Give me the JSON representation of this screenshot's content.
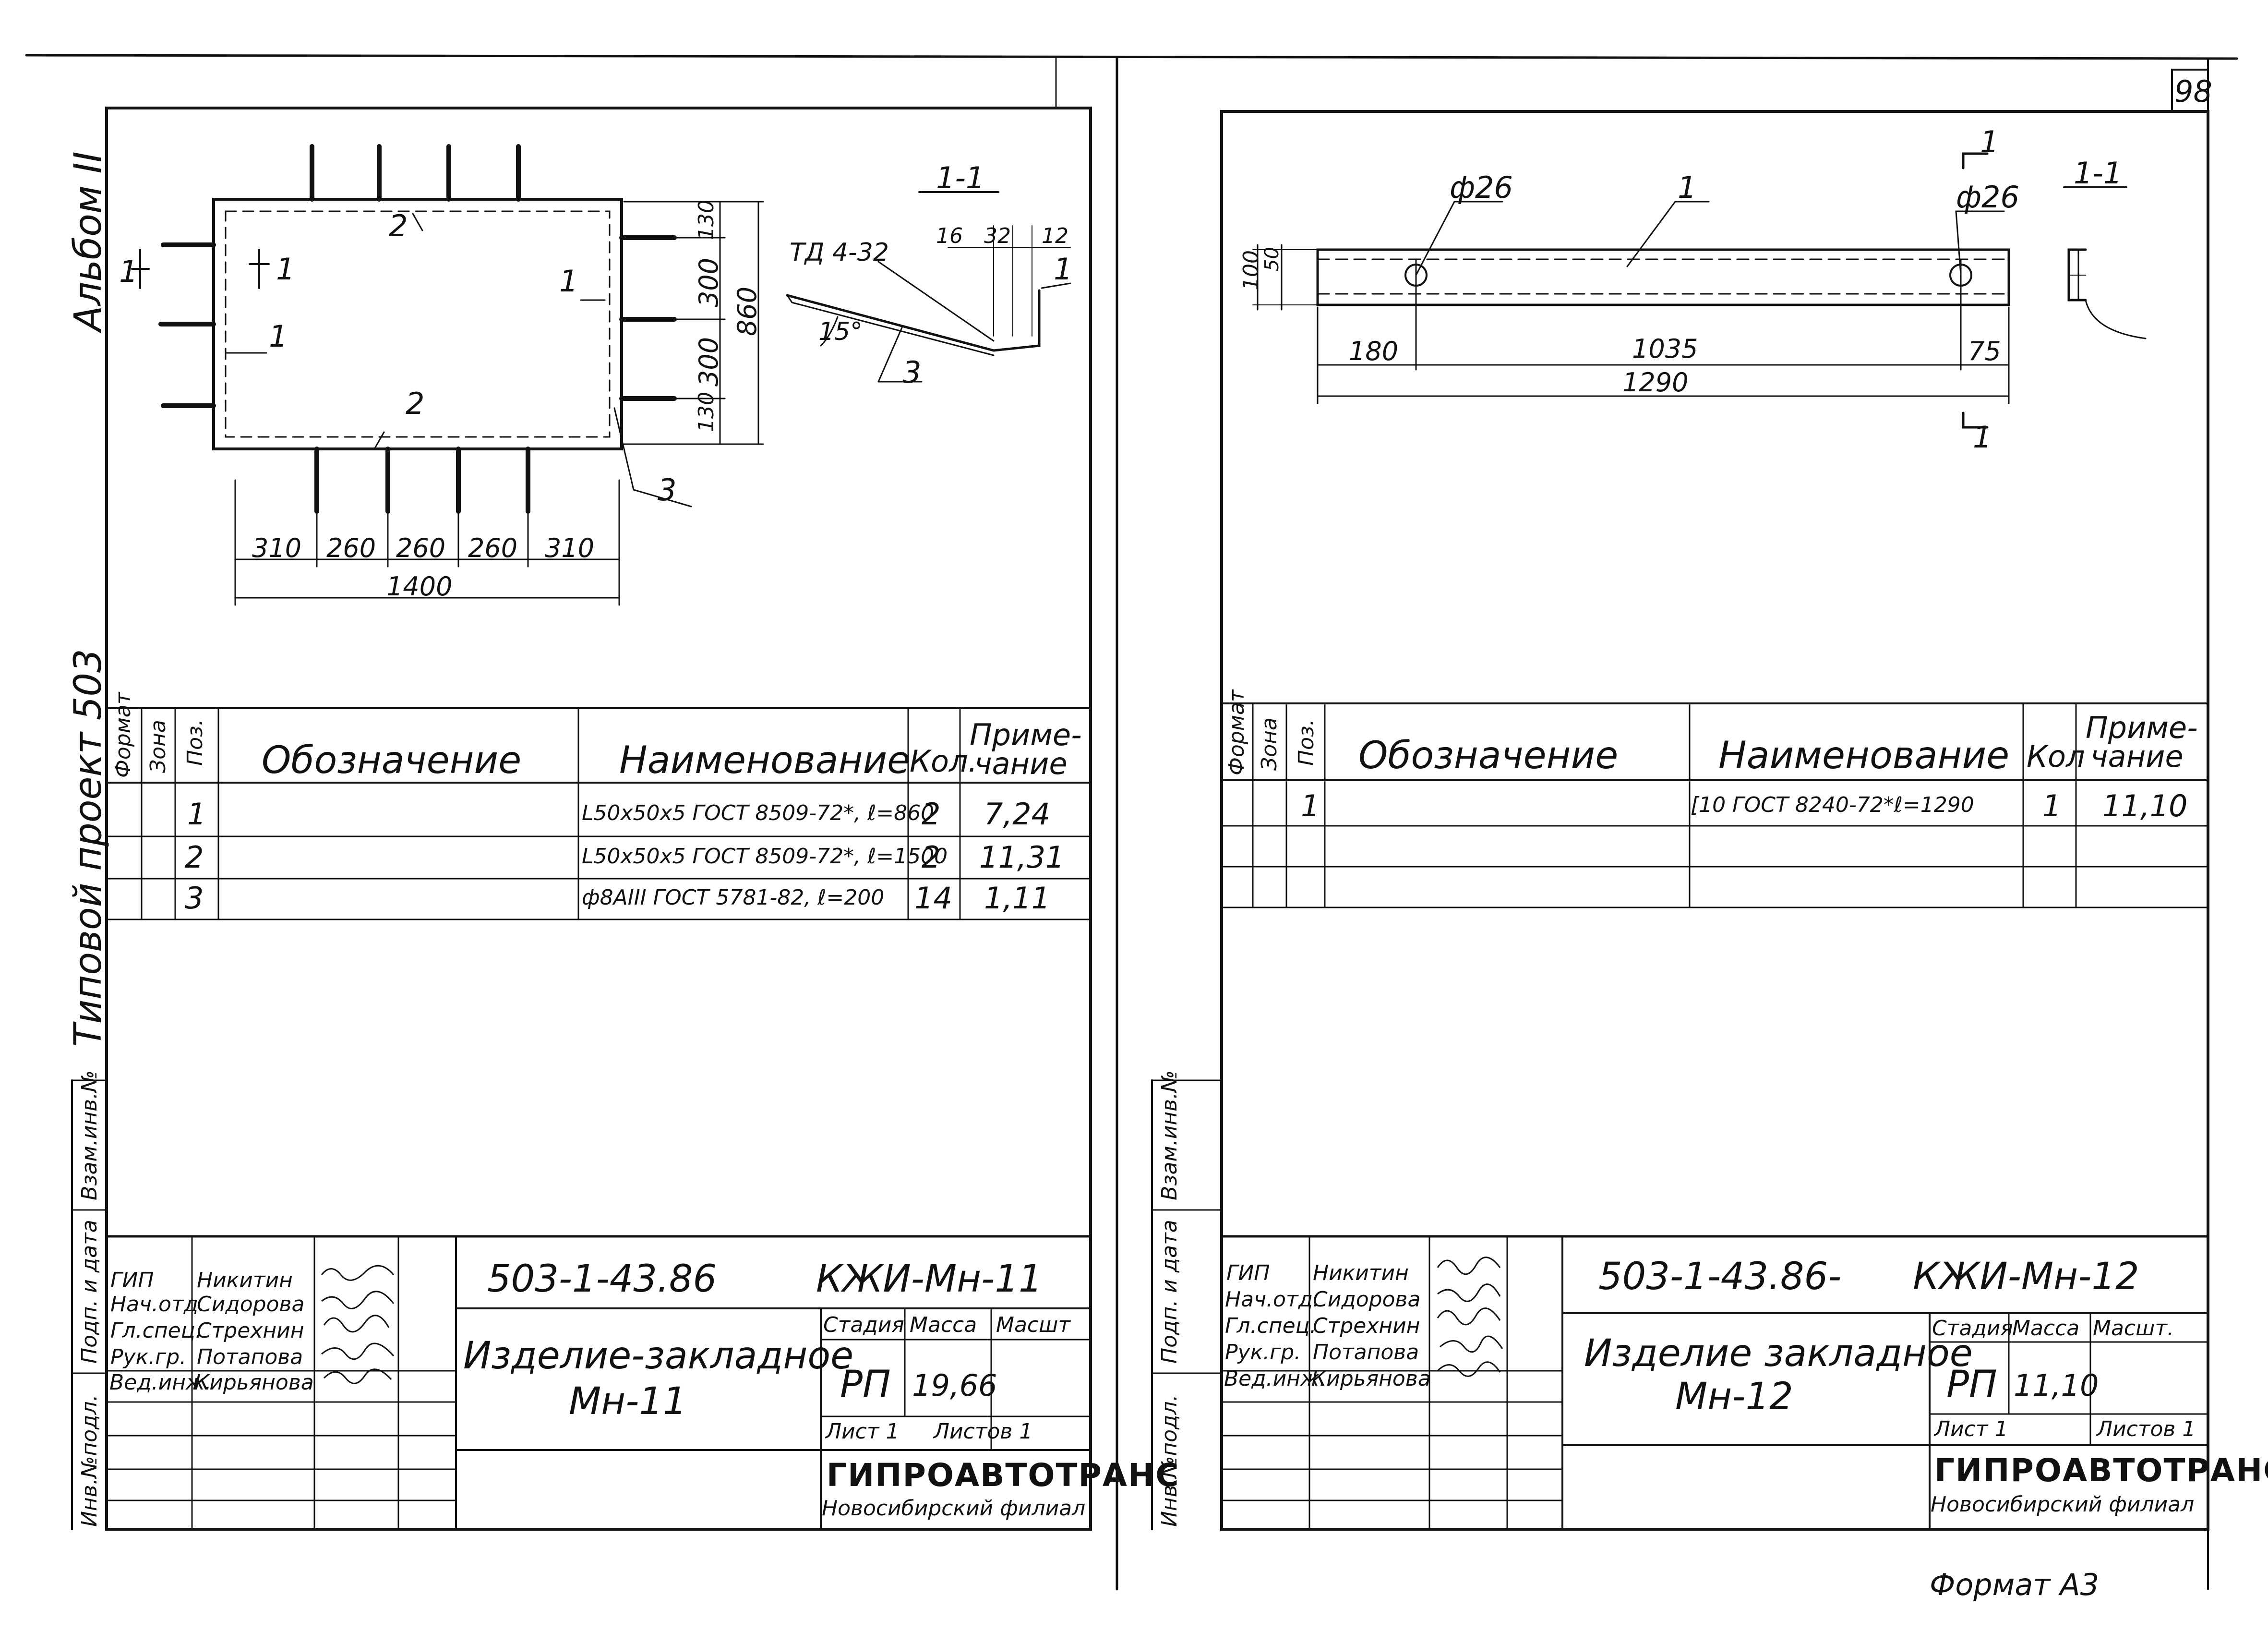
{
  "page_number": "98",
  "format_note": "Формат А3",
  "side_labels": {
    "album": "Альбом II",
    "project": "Типовой проект 503",
    "approved_by": "Взам.инв.№",
    "signature_date": "Подп. и дата",
    "inventory": "Инв.№подл."
  },
  "spec_headers": {
    "format": "Формат",
    "zone": "Зона",
    "pos": "Поз.",
    "designation": "Обозначение",
    "name": "Наименование",
    "qty": "Кол.",
    "qty_right": "Кол",
    "note": "Приме-чание",
    "note_l1": "Приме-",
    "note_l2": "чание"
  },
  "left_sheet": {
    "drawing": {
      "section_label": "1-1",
      "cut_mark": "1",
      "callouts": [
        "1",
        "1",
        "2",
        "2",
        "3",
        "3",
        "1",
        "1"
      ],
      "dims_bottom": [
        "310",
        "260",
        "260",
        "260",
        "310"
      ],
      "overall_width": "1400",
      "dims_right": [
        "130",
        "300",
        "300",
        "130"
      ],
      "overall_height": "860",
      "weld_note": "ТД 4-32",
      "angle": "15°",
      "section_dims": [
        "16",
        "32",
        "12"
      ]
    },
    "spec_rows": [
      {
        "pos": "1",
        "name": "L50x50x5 ГОСТ 8509-72*, ℓ=860",
        "qty": "2",
        "note": "7,24"
      },
      {
        "pos": "2",
        "name": "L50x50x5 ГОСТ 8509-72*, ℓ=1500",
        "qty": "2",
        "note": "11,31"
      },
      {
        "pos": "3",
        "name": "ф8АIII ГОСТ 5781-82, ℓ=200",
        "qty": "14",
        "note": "1,11"
      }
    ],
    "title_block": {
      "doc_code": "503-1-43.86",
      "mark": "КЖИ-Мн-11",
      "item_title": "Изделие-закладное",
      "item_mark": "Мн-11",
      "stage_label": "Стадия",
      "mass_label": "Масса",
      "scale_label": "Масшт",
      "stage": "РП",
      "mass": "19,66",
      "sheet": "Лист 1",
      "sheets": "Листов 1",
      "org": "ГИПРОАВТОТРАНС",
      "branch": "Новосибирский филиал",
      "roles": [
        {
          "role": "ГИП",
          "name": "Никитин"
        },
        {
          "role": "Нач.отд.",
          "name": "Сидорова"
        },
        {
          "role": "Гл.спец.",
          "name": "Стрехнин"
        },
        {
          "role": "Рук.гр.",
          "name": "Потапова"
        },
        {
          "role": "Вед.инж.",
          "name": "Кирьянова"
        }
      ]
    }
  },
  "right_sheet": {
    "drawing": {
      "section_label": "1-1",
      "cut_mark": "1",
      "callout": "1",
      "hole_left": "ф26",
      "hole_right": "ф26",
      "dim_left": "180",
      "dim_mid": "1035",
      "dim_right": "75",
      "overall_length": "1290",
      "height_total": "100",
      "height_half": "50"
    },
    "spec_rows": [
      {
        "pos": "1",
        "name": "[10 ГОСТ 8240-72*ℓ=1290",
        "qty": "1",
        "note": "11,10"
      }
    ],
    "title_block": {
      "doc_code": "503-1-43.86-",
      "mark": "КЖИ-Мн-12",
      "item_title": "Изделие закладное",
      "item_mark": "Мн-12",
      "stage_label": "Стадия",
      "mass_label": "Масса",
      "scale_label": "Масшт.",
      "stage": "РП",
      "mass": "11,10",
      "sheet": "Лист 1",
      "sheets": "Листов 1",
      "org": "ГИПРОАВТОТРАНС",
      "branch": "Новосибирский филиал",
      "roles": [
        {
          "role": "ГИП",
          "name": "Никитин"
        },
        {
          "role": "Нач.отд.",
          "name": "Сидорова"
        },
        {
          "role": "Гл.спец.",
          "name": "Стрехнин"
        },
        {
          "role": "Рук.гр.",
          "name": "Потапова"
        },
        {
          "role": "Вед.инж.",
          "name": "Кирьянова"
        }
      ]
    }
  }
}
